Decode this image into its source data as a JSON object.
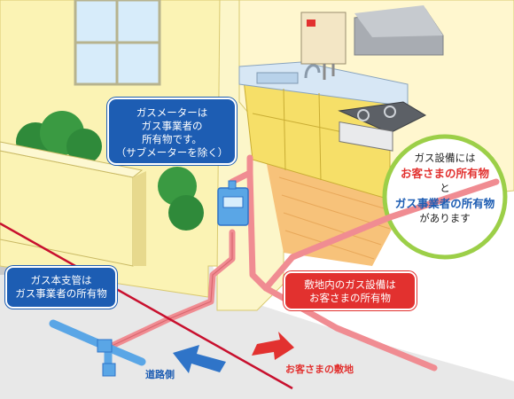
{
  "callouts": {
    "gas_meter": {
      "lines": [
        "ガスメーターは",
        "ガス事業者の",
        "所有物です。",
        "（サブメーターを除く）"
      ],
      "color": "#1d5db3"
    },
    "gas_main": {
      "lines": [
        "ガス本支管は",
        "ガス事業者の所有物"
      ],
      "color": "#1d5db3"
    },
    "site_equipment": {
      "lines": [
        "敷地内のガス設備は",
        "お客さまの所有物"
      ],
      "color": "#e2312f"
    }
  },
  "summary_circle": {
    "line1": "ガス設備には",
    "line2": "お客さまの所有物",
    "line3": "と",
    "line4": "ガス事業者の所有物",
    "line5": "があります",
    "fill": "#ffffff",
    "border": "#9ccf48"
  },
  "direction_labels": {
    "road_side": "道路側",
    "customer_premises": "お客さまの敷地"
  },
  "colors": {
    "customer_pipe": "#f08c92",
    "utility_pipe": "#5aa6e6",
    "boundary_line": "#c8102e",
    "customer_arrow": "#e2312f",
    "road_arrow": "#2f74c8",
    "wall_yellow": "#f9f0a8",
    "counter_yellow": "#f6df68",
    "floor_orange": "#f7c27a",
    "ground_gray": "#bfbfbf"
  }
}
